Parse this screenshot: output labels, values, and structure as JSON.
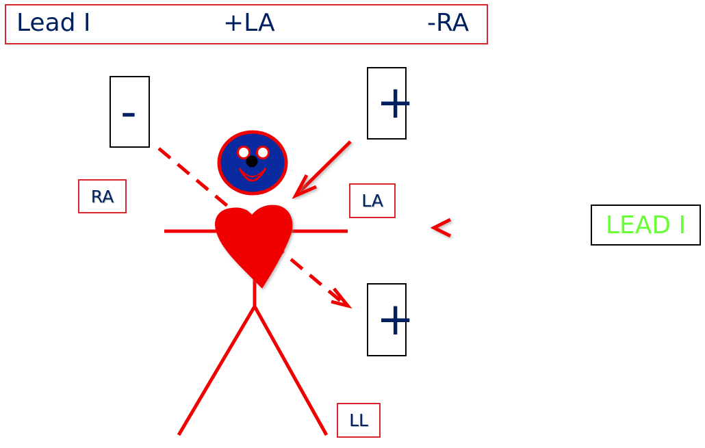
{
  "header": {
    "lead": "Lead I",
    "positive": "+LA",
    "negative": "-RA"
  },
  "signs": {
    "minus": "-",
    "plus_top": "+",
    "plus_bottom": "+"
  },
  "limbs": {
    "ra": "RA",
    "la": "LA",
    "ll": "LL"
  },
  "lead_label": "LEAD I",
  "colors": {
    "line": "#f00000",
    "text": "#002060",
    "head_fill": "#0a2aa0",
    "lead_text": "#66ff33",
    "box_border": "#d9262e"
  }
}
